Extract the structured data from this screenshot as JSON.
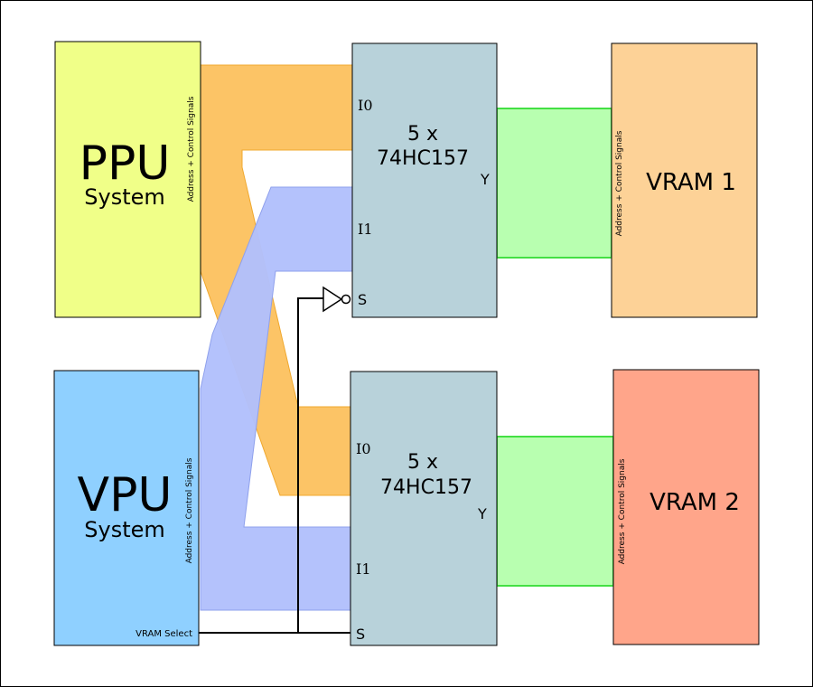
{
  "ppu": {
    "title": "PPU",
    "subtitle": "System",
    "side_label": "Address + Control Signals"
  },
  "vpu": {
    "title": "VPU",
    "subtitle": "System",
    "side_label": "Address + Control Signals",
    "select_label": "VRAM Select"
  },
  "mux_top": {
    "line1": "5 x",
    "line2": "74HC157",
    "in0": "I0",
    "in1": "I1",
    "sel": "S",
    "out": "Y"
  },
  "mux_bottom": {
    "line1": "5 x",
    "line2": "74HC157",
    "in0": "I0",
    "in1": "I1",
    "sel": "S",
    "out": "Y"
  },
  "vram1": {
    "title": "VRAM 1",
    "side_label": "Address + Control Signals"
  },
  "vram2": {
    "title": "VRAM 2",
    "side_label": "Address + Control Signals"
  },
  "colors": {
    "ppu": "#f0ff88",
    "vpu": "#8fd0ff",
    "mux": "#b8d2da",
    "vram1": "#fdd297",
    "vram2": "#ffa58a",
    "orange_bus": "#fcc466",
    "blue_bus": "#b2c0fc",
    "green_bus": "#b8ffb0"
  }
}
